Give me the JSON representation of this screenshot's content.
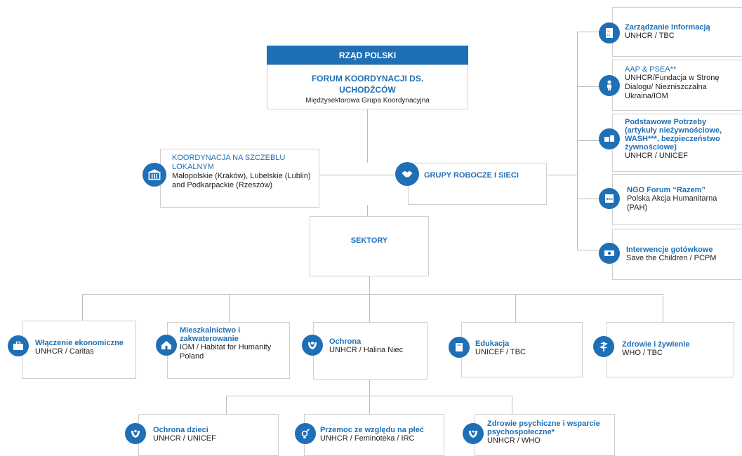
{
  "government": {
    "header": "RZĄD POLSKI",
    "title": "FORUM KOORDYNACJI DS. UCHODŹCÓW",
    "subtitle": "Międzysektorowa Grupa Koordynacyjna"
  },
  "local": {
    "title": "KOORDYNACJA NA SZCZEBLU LOKALNYM",
    "text": "Małopolskie (Kraków), Lubelskie (Lublin) and Podkarpackie (Rzeszów)"
  },
  "working_groups": {
    "title": "GRUPY ROBOCZE I SIECI"
  },
  "sectors": {
    "title": "SEKTORY"
  },
  "right_groups": [
    {
      "title": "Zarządzanie Informacją",
      "text": "UNHCR / TBC",
      "icon": "data-icon"
    },
    {
      "title": "AAP & PSEA**",
      "text": "UNHCR/Fundacja w Stronę Dialogu/ Niezniszczalna Ukraina/IOM",
      "icon": "person-icon"
    },
    {
      "title": "Podstawowe Potrzeby (artykuły nieżywnościowe, WASH***, bezpieczeństwo żywnościowe)",
      "text": "UNHCR / UNICEF",
      "icon": "supplies-icon"
    },
    {
      "title": "NGO Forum “Razem”",
      "text": "Polska Akcja Humanitarna (PAH)",
      "icon": "ngo-icon"
    },
    {
      "title": "Interwencje gotówkowe",
      "text": "Save the Children / PCPM",
      "icon": "cash-icon"
    }
  ],
  "sector_items": [
    {
      "title": "Włączenie ekonomiczne",
      "text": "UNHCR / Caritas",
      "icon": "briefcase-icon"
    },
    {
      "title": "Mieszkalnictwo i zakwaterowanie",
      "text": "IOM / Habitat for Humanity Poland",
      "icon": "house-icon"
    },
    {
      "title": "Ochrona",
      "text": "UNHCR / Halina Niec",
      "icon": "protection-icon"
    },
    {
      "title": "Edukacja",
      "text": "UNICEF / TBC",
      "icon": "book-icon"
    },
    {
      "title": "Zdrowie i żywienie",
      "text": "WHO / TBC",
      "icon": "health-icon"
    }
  ],
  "protection_items": [
    {
      "title": "Ochrona dzieci",
      "text": "UNHCR / UNICEF",
      "icon": "child-protection-icon"
    },
    {
      "title": "Przemoc ze względu na płeć",
      "text": "UNHCR / Feminoteka / IRC",
      "icon": "gender-icon"
    },
    {
      "title": "Zdrowie psychiczne i wsparcie psychospołeczne*",
      "text": "UNHCR / WHO",
      "icon": "mental-health-icon"
    }
  ],
  "colors": {
    "accent": "#1f6fb6",
    "line": "#bdbdbd",
    "border": "#cfcfcf"
  }
}
